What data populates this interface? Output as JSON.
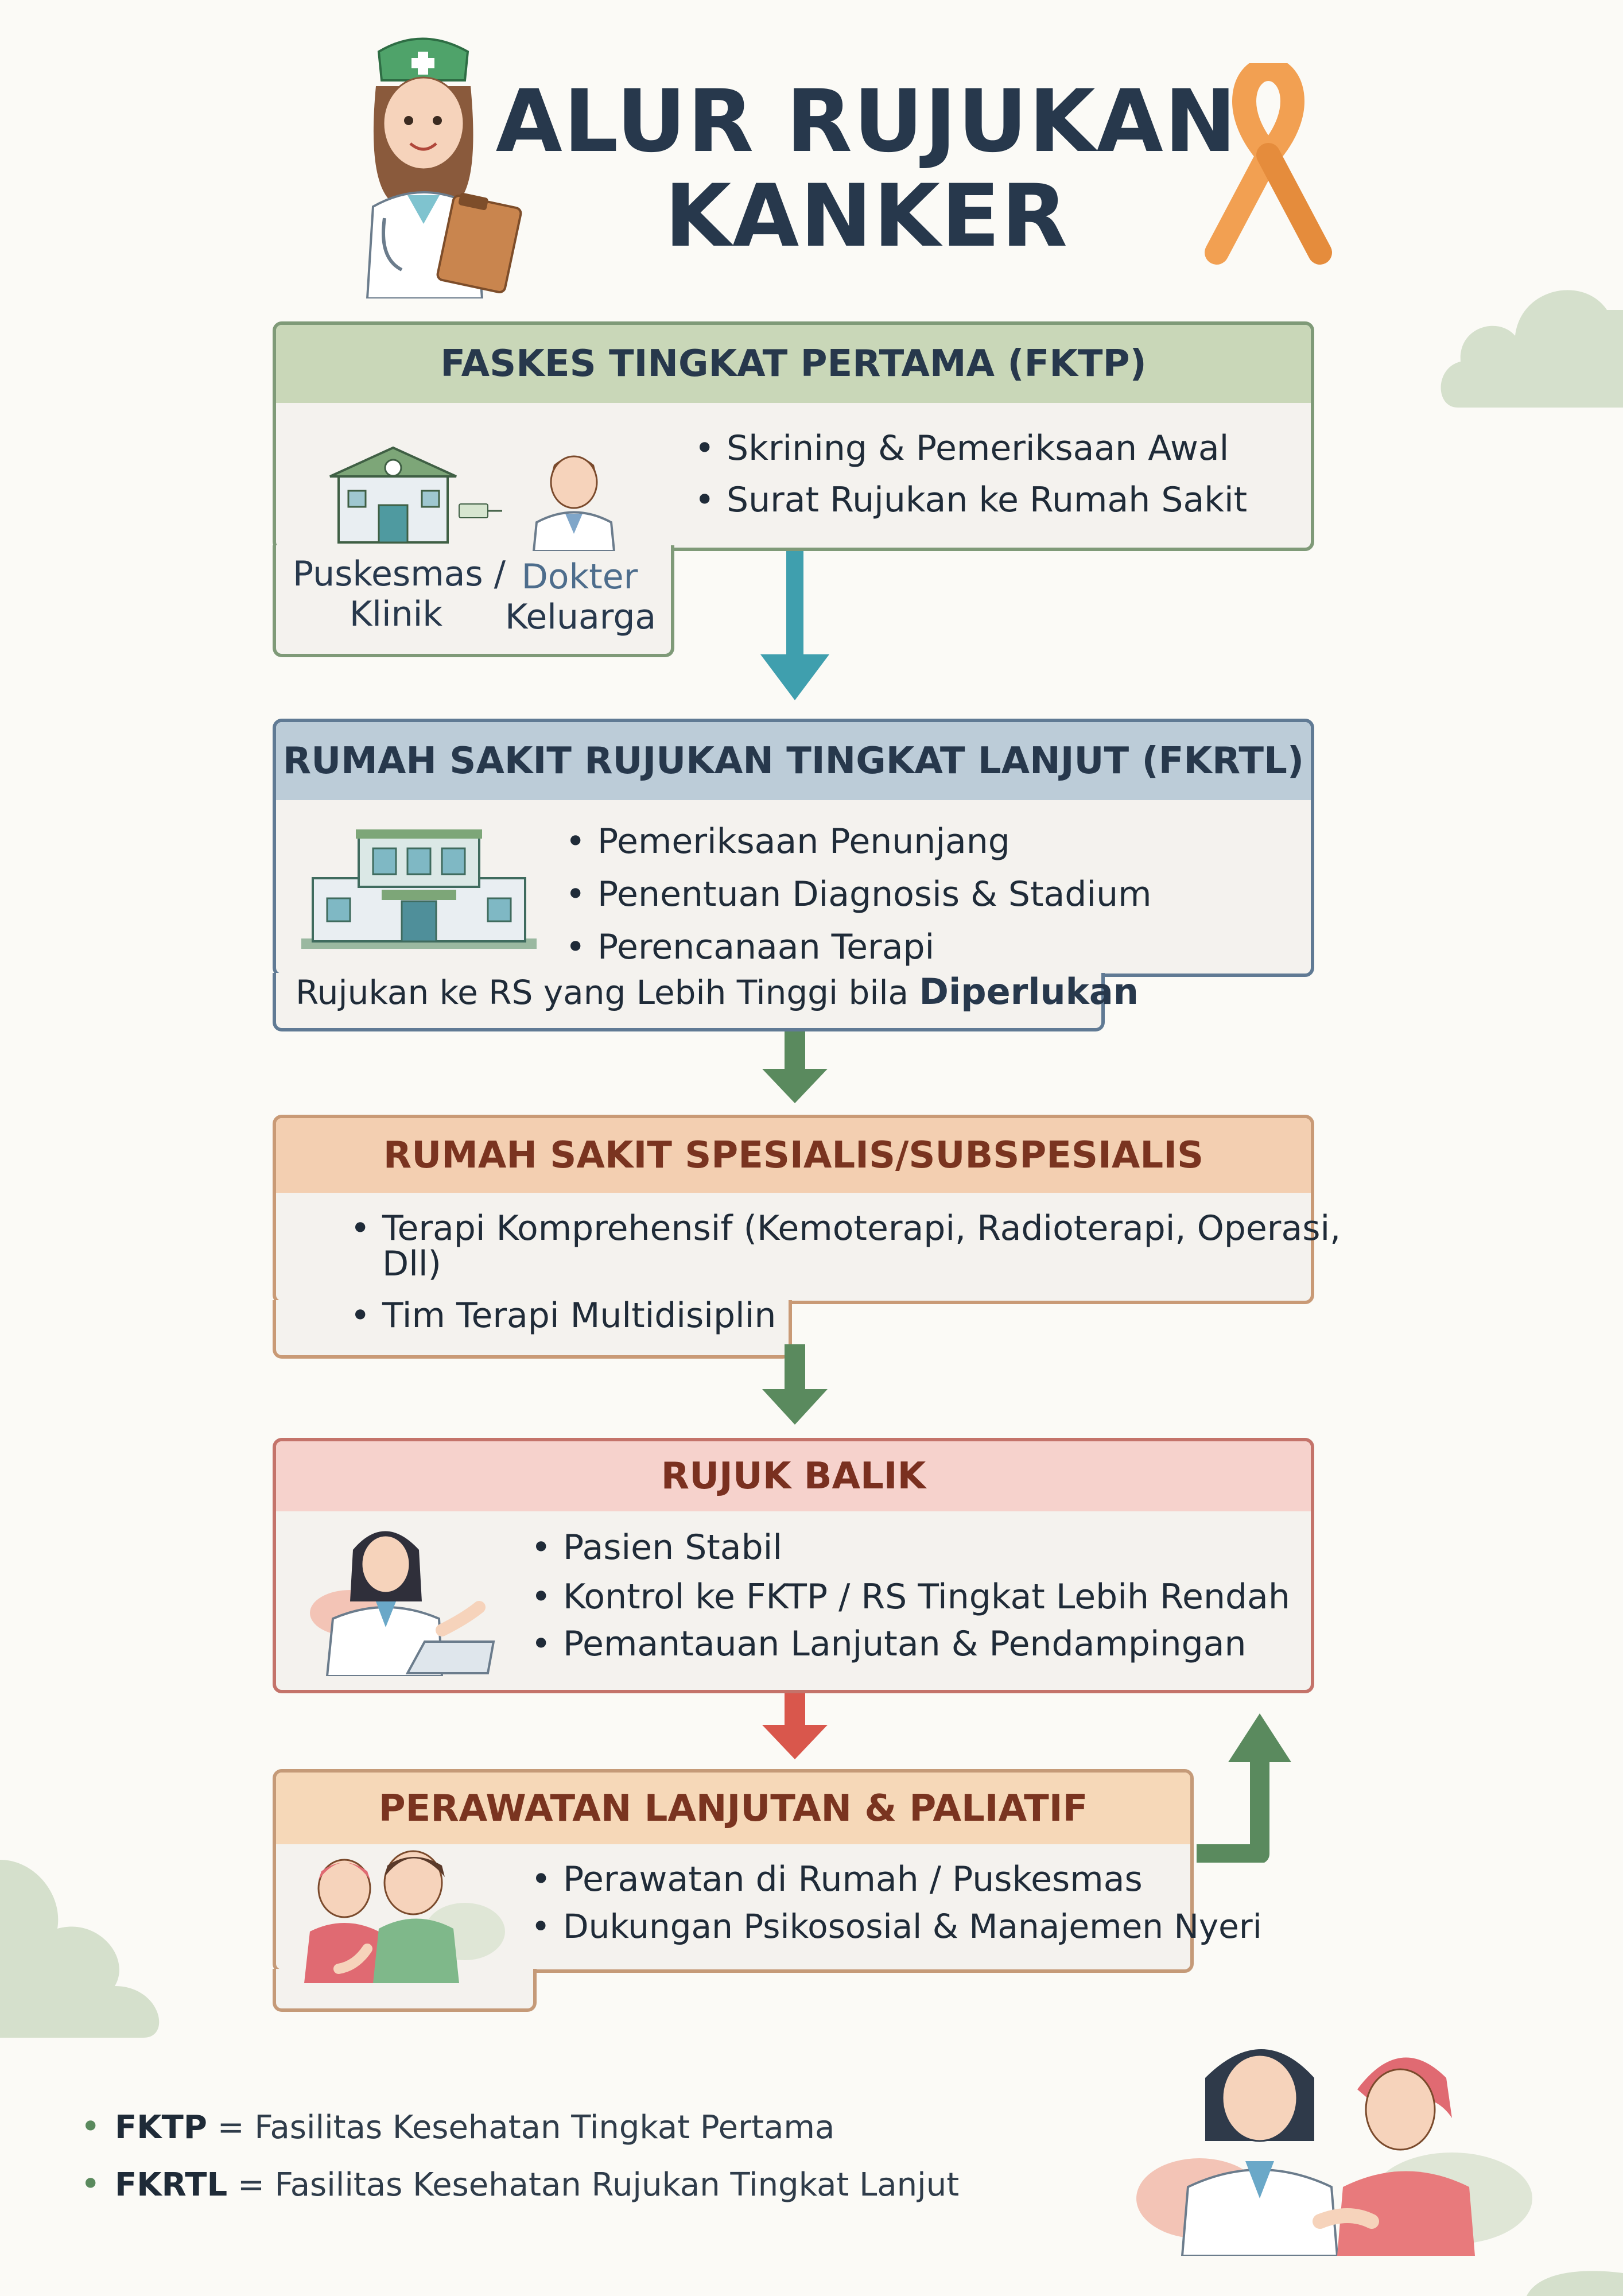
{
  "title": {
    "line1": "ALUR RUJUKAN",
    "line2": "KANKER"
  },
  "stages": {
    "fktp": {
      "header": "FASKES TINGKAT PERTAMA (FKTP)",
      "bullets": [
        "Skrining & Pemeriksaan Awal",
        "Surat Rujukan ke Rumah Sakit"
      ],
      "caption_left_1": "Puskesmas /",
      "caption_left_2": "Klinik",
      "caption_right_1": "Dokter",
      "caption_right_2": "Keluarga",
      "colors": {
        "border": "#7f9a78",
        "head_bg": "#c9d7b8",
        "head_text": "#27384c",
        "body_bg": "#f4f2ee"
      }
    },
    "fkrtl": {
      "header": "RUMAH SAKIT RUJUKAN TINGKAT LANJUT (FKRTL)",
      "bullets": [
        "Pemeriksaan Penunjang",
        "Penentuan Diagnosis & Stadium",
        "Perencanaan Terapi"
      ],
      "note_prefix": "Rujukan ke RS yang Lebih Tinggi bila",
      "note_bold": "Diperlukan",
      "colors": {
        "border": "#607a94",
        "head_bg": "#bcccd8",
        "head_text": "#27384c",
        "body_bg": "#f4f2ee"
      }
    },
    "specialist": {
      "header": "RUMAH SAKIT SPESIALIS/SUBSPESIALIS",
      "bullets": [
        "Terapi Komprehensif (Kemoterapi, Radioterapi, Operasi,",
        "Tim Terapi Multidisiplin"
      ],
      "bullet1_cont": "Dll)",
      "colors": {
        "border": "#c99a76",
        "head_bg": "#f3cfb1",
        "head_text": "#7a3420",
        "body_bg": "#f4f2ee"
      }
    },
    "rujuk_balik": {
      "header": "RUJUK BALIK",
      "bullets": [
        "Pasien Stabil",
        "Kontrol ke FKTP / RS Tingkat Lebih Rendah",
        "Pemantauan Lanjutan & Pendampingan"
      ],
      "colors": {
        "border": "#c4736a",
        "head_bg": "#f6d2cc",
        "head_text": "#7a3020",
        "body_bg": "#f4f2ee"
      }
    },
    "paliatif": {
      "header": "PERAWATAN LANJUTAN & PALIATIF",
      "bullets": [
        "Perawatan di Rumah / Puskesmas",
        "Dukungan Psikososial & Manajemen Nyeri"
      ],
      "colors": {
        "border": "#c59a78",
        "head_bg": "#f6d8b8",
        "head_text": "#7a3420",
        "body_bg": "#f4f2ee"
      }
    }
  },
  "legend": [
    {
      "abbr": "FKTP",
      "text": " = Fasilitas Kesehatan Tingkat Pertama"
    },
    {
      "abbr": "FKRTL",
      "text": " = Fasilitas Kesehatan Rujukan Tingkat Lanjut"
    }
  ],
  "colors": {
    "arrow_teal": "#3f9fae",
    "arrow_green": "#5a8a5e",
    "arrow_red": "#d9574c",
    "ribbon": "#f2a052",
    "cloud": "#d5e0cc"
  },
  "icons": [
    "nurse-icon",
    "cancer-ribbon-icon",
    "clinic-building-icon",
    "family-doctor-icon",
    "hospital-building-icon",
    "doctor-laptop-icon",
    "caregiver-patient-icon",
    "doctor-patient-icon"
  ]
}
